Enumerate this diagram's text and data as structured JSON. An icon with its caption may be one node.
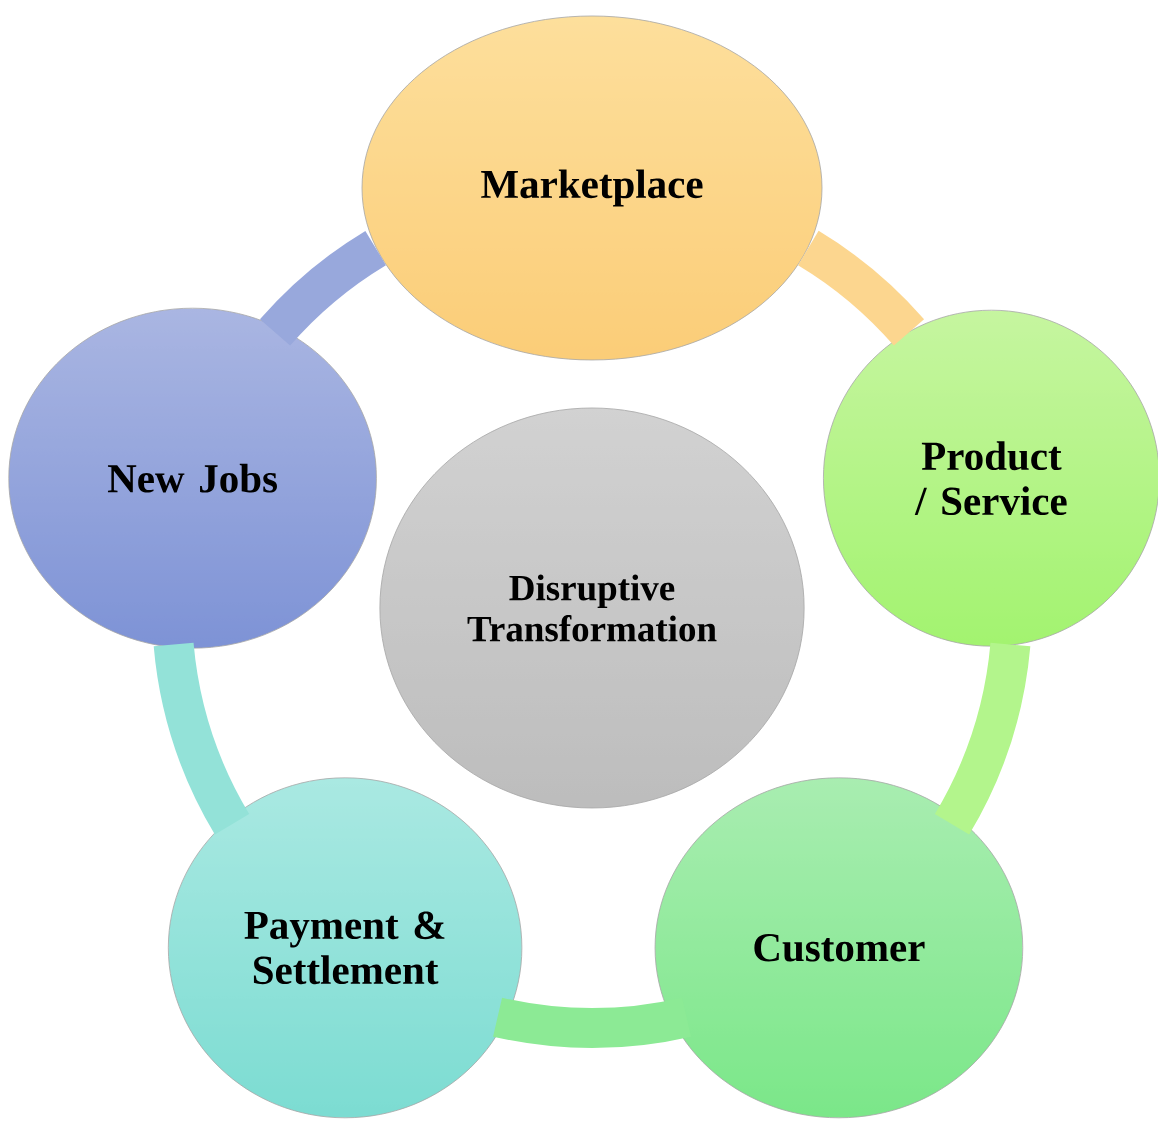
{
  "diagram": {
    "nodes": [
      {
        "text": [
          "Marketplace"
        ]
      },
      {
        "text": [
          "Product / Service"
        ]
      },
      {
        "text": [
          "Customer"
        ]
      },
      {
        "text": [
          "Payment & Settlement"
        ]
      },
      {
        "text": [
          "New Jobs"
        ]
      },
      {
        "text": [
          "Disruptive Transformation"
        ]
      }
    ],
    "edges": [
      {
        "from": 0,
        "to": 1,
        "arrow": "none",
        "color": "#fcd68f"
      },
      {
        "from": 1,
        "to": 2,
        "arrow": "none",
        "color": "#b3f58c"
      },
      {
        "from": 2,
        "to": 3,
        "arrow": "none",
        "color": "#8cea95"
      },
      {
        "from": 3,
        "to": 4,
        "arrow": "none",
        "color": "#93e2d8"
      },
      {
        "from": 4,
        "to": 0,
        "arrow": "none",
        "color": "#98a8dc"
      }
    ]
  }
}
